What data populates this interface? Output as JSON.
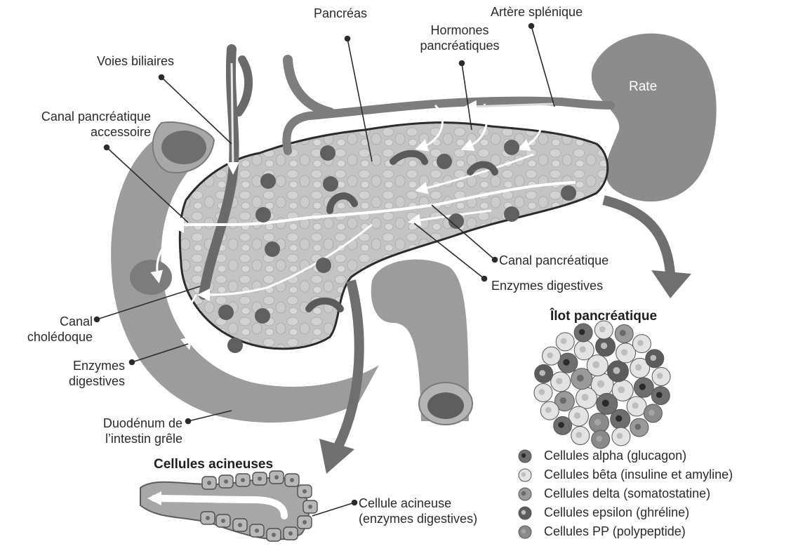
{
  "labels": {
    "pancreas": "Pancréas",
    "splenic_artery": "Artère splénique",
    "hormones_line1": "Hormones",
    "hormones_line2": "pancréatiques",
    "bile_ducts": "Voies biliaires",
    "accessory_duct_line1": "Canal pancréatique",
    "accessory_duct_line2": "accessoire",
    "spleen": "Rate",
    "pancreatic_duct": "Canal pancréatique",
    "digestive_enzymes_right": "Enzymes digestives",
    "common_bile_duct_line1": "Canal",
    "common_bile_duct_line2": "cholédoque",
    "digestive_enzymes_left_line1": "Enzymes",
    "digestive_enzymes_left_line2": "digestives",
    "duodenum_line1": "Duodénum de",
    "duodenum_line2": "l’intestin grêle",
    "acinar_cell_line1": "Cellule acineuse",
    "acinar_cell_line2": "(enzymes digestives)"
  },
  "headings": {
    "islet": "Îlot pancréatique",
    "acinar": "Cellules acineuses"
  },
  "legend": [
    {
      "label": "Cellules alpha (glucagon)",
      "fill": "#6e6e6e",
      "nucleus": "#2a2a2a"
    },
    {
      "label": "Cellules bêta (insuline et amyline)",
      "fill": "#e3e3e3",
      "nucleus": "#bdbdbd"
    },
    {
      "label": "Cellules delta (somatostatine)",
      "fill": "#9a9a9a",
      "nucleus": "#6a6a6a"
    },
    {
      "label": "Cellules epsilon (ghréline)",
      "fill": "#5c5c5c",
      "nucleus": "#bbbbbb"
    },
    {
      "label": "Cellules PP (polypeptide)",
      "fill": "#8a8a8a",
      "nucleus": "#a5a5a5"
    }
  ],
  "colors": {
    "pancreas_fill": "#bdbdbd",
    "duodenum_fill": "#9c9c9c",
    "vessel": "#7d7d7d",
    "spleen": "#8c8c8c",
    "arrow": "#6f6f6f"
  }
}
